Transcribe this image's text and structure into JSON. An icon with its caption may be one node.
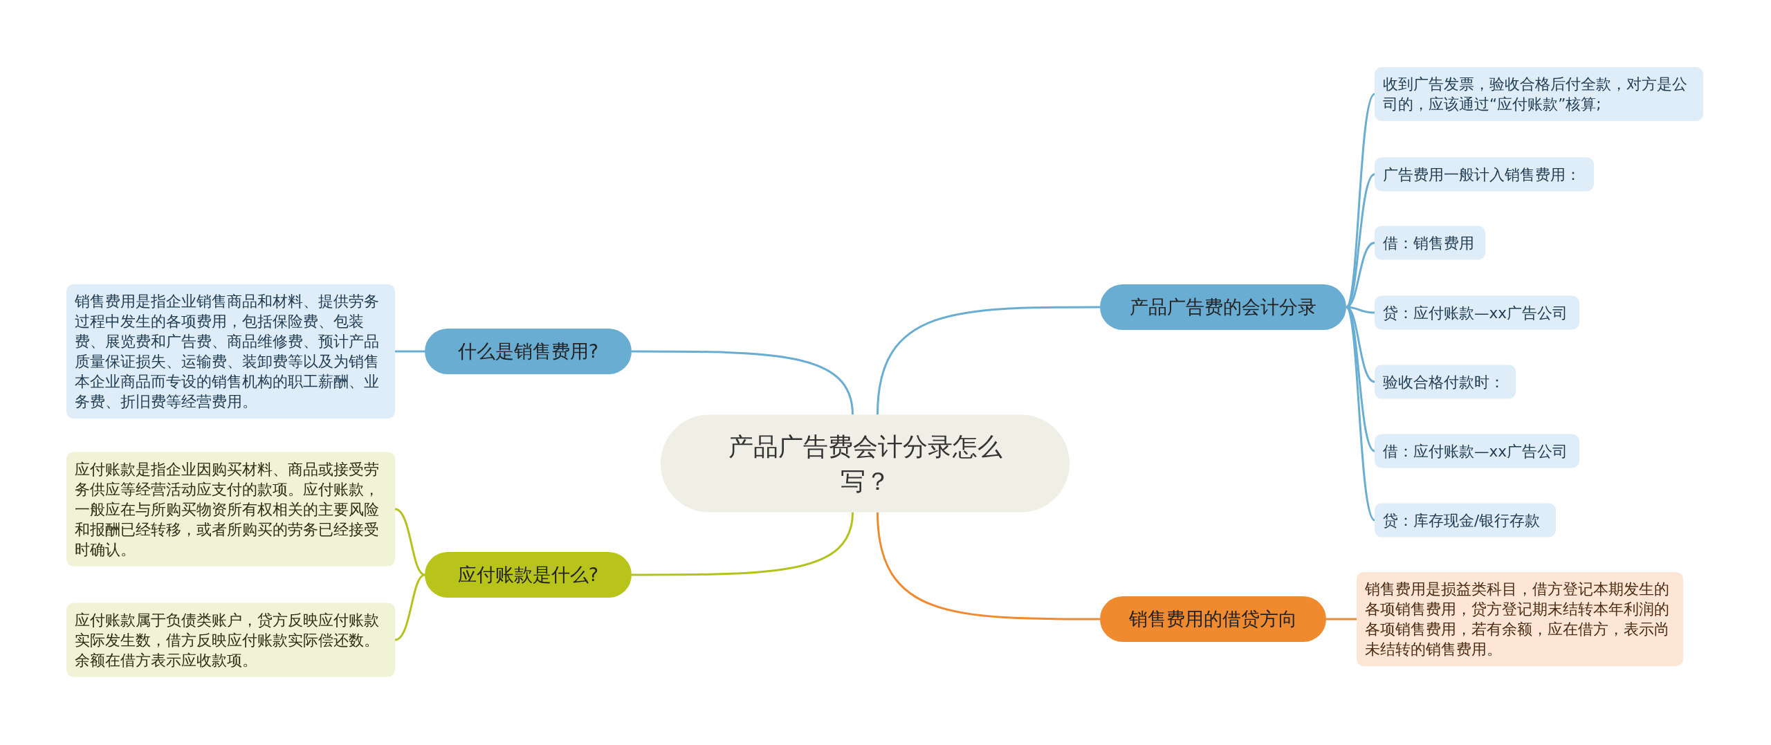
{
  "diagram": {
    "nodes": [
      {
        "text": [
          "产品广告费会计分录怎么写？"
        ]
      },
      {
        "text": [
          "什么是销售费用?"
        ]
      },
      {
        "text": [
          "销售费用是指企业销售商品和材料、提供劳务过程中发生的各项费用，包括保险费、包装费、展览费和广告费、商品维修费、预计产品质量保证损失、运输费、装卸费等以及为销售本企业商品而专设的销售机构的职工薪酬、业务费、折旧费等经营费用。"
        ]
      },
      {
        "text": [
          "应付账款是什么?"
        ]
      },
      {
        "text": [
          "应付账款是指企业因购买材料、商品或接受劳务供应等经营活动应支付的款项。应付账款，一般应在与所购买物资所有权相关的主要风险和报酬已经转移，或者所购买的劳务已经接受时确认。"
        ]
      },
      {
        "text": [
          "应付账款属于负债类账户，贷方反映应付账款实际发生数，借方反映应付账款实际偿还数。余额在借方表示应收款项。"
        ]
      },
      {
        "text": [
          "产品广告费的会计分录"
        ]
      },
      {
        "text": [
          "收到广告发票，验收合格后付全款，对方是公司的，应该通过“应付账款”核算;"
        ]
      },
      {
        "text": [
          "广告费用一般计入销售费用："
        ]
      },
      {
        "text": [
          "借：销售费用"
        ]
      },
      {
        "text": [
          "贷：应付账款—xx广告公司"
        ]
      },
      {
        "text": [
          "验收合格付款时："
        ]
      },
      {
        "text": [
          "借：应付账款—xx广告公司"
        ]
      },
      {
        "text": [
          "贷：库存现金/银行存款"
        ]
      },
      {
        "text": [
          "销售费用的借贷方向"
        ]
      },
      {
        "text": [
          "销售费用是损益类科目，借方登记本期发生的各项销售费用，贷方登记期末结转本年利润的各项销售费用，若有余额，应在借方，表示尚未结转的销售费用。"
        ]
      }
    ],
    "edges": [
      {
        "from": 0,
        "to": 1,
        "arrow": "none"
      },
      {
        "from": 1,
        "to": 2,
        "arrow": "none"
      },
      {
        "from": 0,
        "to": 3,
        "arrow": "none",
        "color": "#b5c21c"
      },
      {
        "from": 3,
        "to": 4,
        "arrow": "none",
        "color": "#b5c21c"
      },
      {
        "from": 3,
        "to": 5,
        "arrow": "none",
        "color": "#b5c21c"
      },
      {
        "from": 0,
        "to": 6,
        "arrow": "none"
      },
      {
        "from": 6,
        "to": 7,
        "arrow": "none"
      },
      {
        "from": 6,
        "to": 8,
        "arrow": "none"
      },
      {
        "from": 6,
        "to": 9,
        "arrow": "none"
      },
      {
        "from": 6,
        "to": 10,
        "arrow": "none"
      },
      {
        "from": 6,
        "to": 11,
        "arrow": "none"
      },
      {
        "from": 6,
        "to": 12,
        "arrow": "none"
      },
      {
        "from": 6,
        "to": 13,
        "arrow": "none"
      },
      {
        "from": 0,
        "to": 14,
        "arrow": "none",
        "color": "#ef8a30"
      },
      {
        "from": 14,
        "to": 15,
        "arrow": "none",
        "color": "#ef8a30"
      }
    ]
  }
}
